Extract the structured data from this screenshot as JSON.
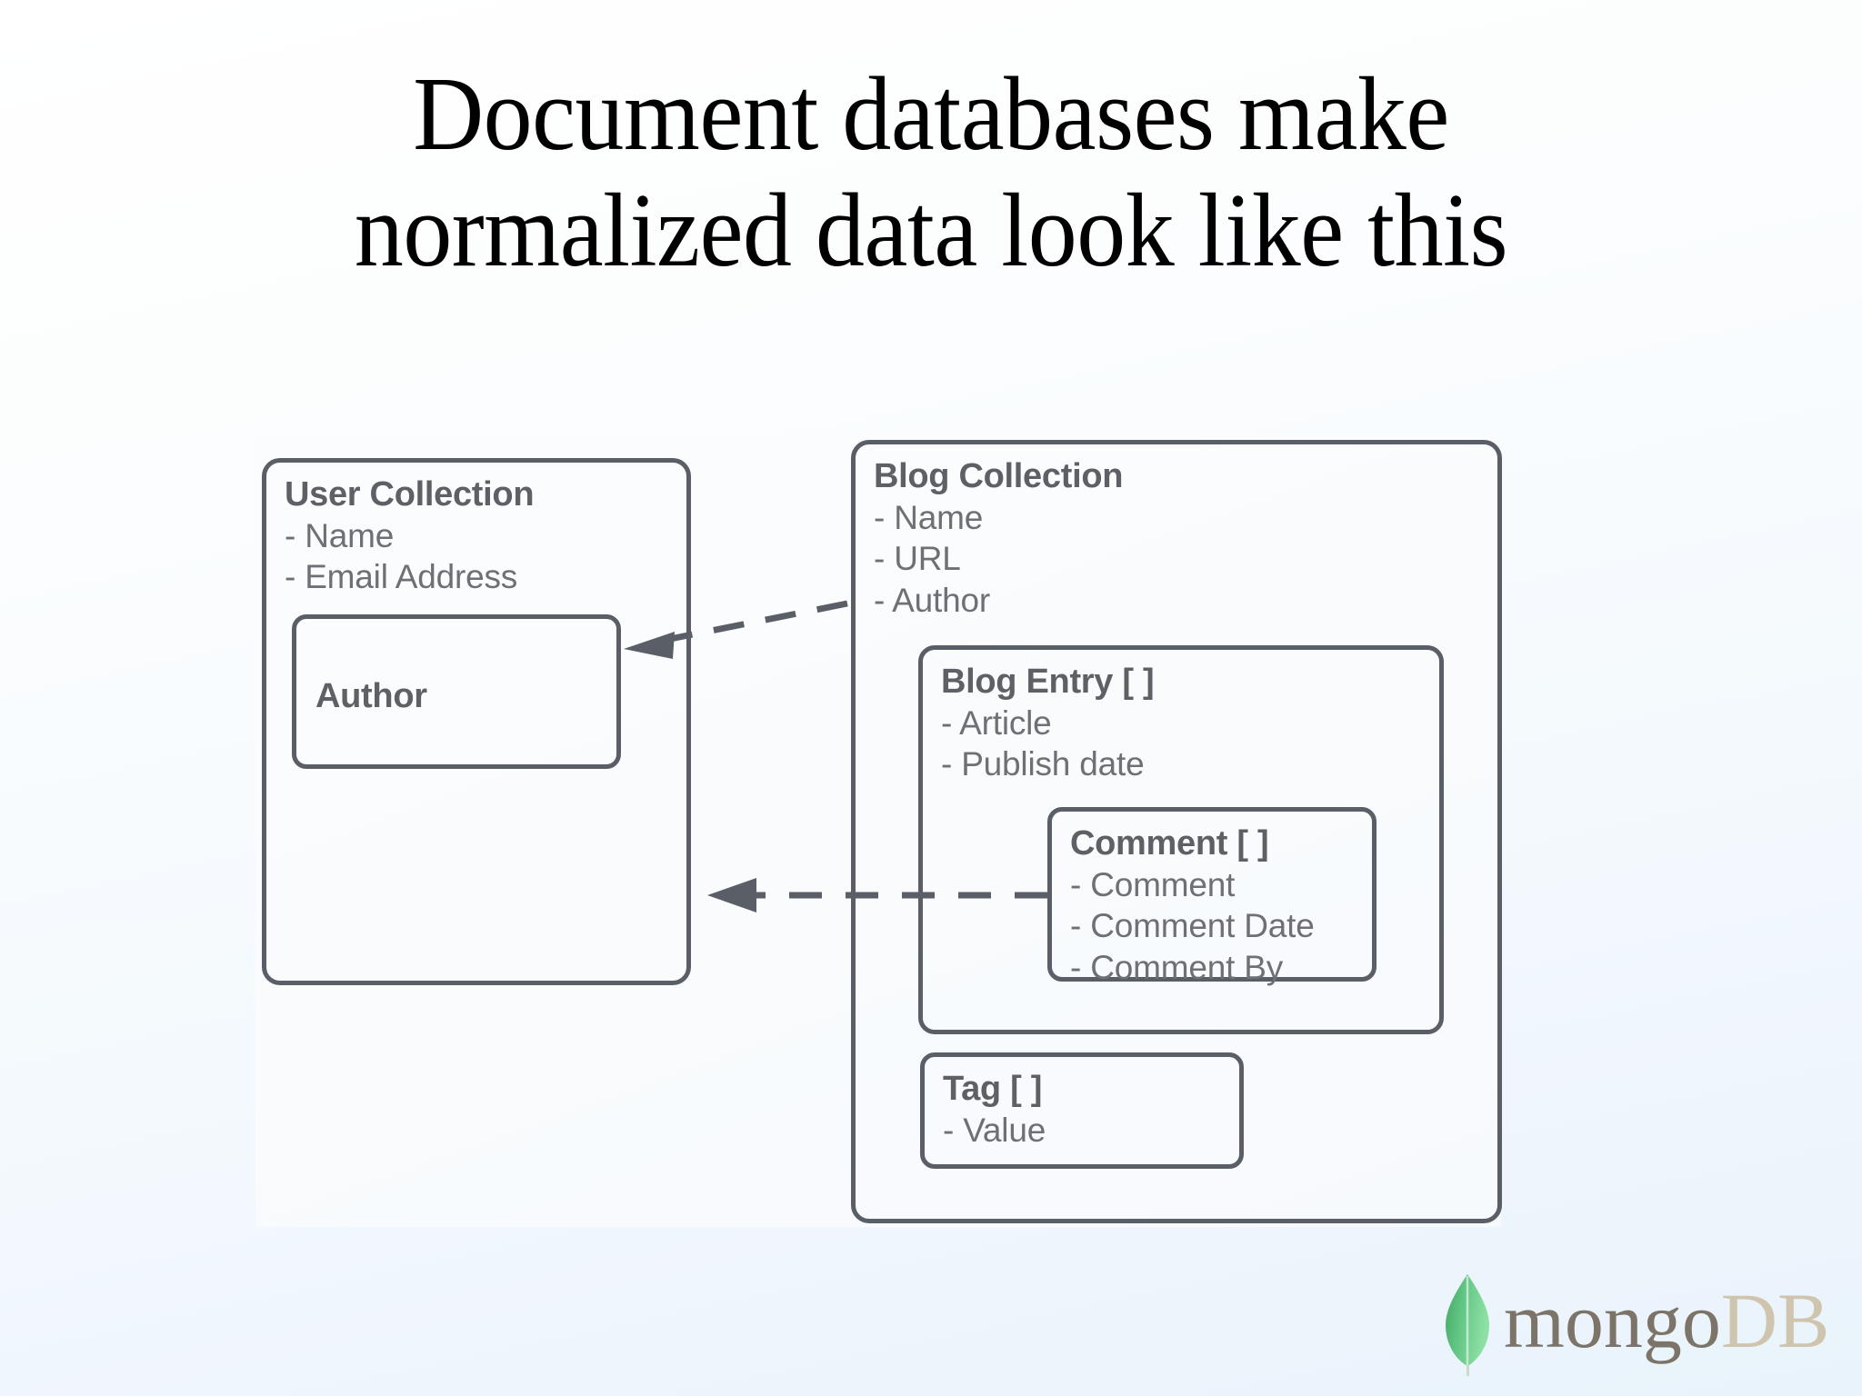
{
  "slide": {
    "title_line_1": "Document databases make",
    "title_line_2": "normalized data look like this"
  },
  "diagram": {
    "type": "entity-relationship",
    "boxes": [
      {
        "id": "user-collection",
        "title": "User Collection",
        "items": [
          "- Name",
          "- Email Address"
        ],
        "children": [
          {
            "id": "author",
            "title": "Author",
            "items": []
          }
        ]
      },
      {
        "id": "blog-collection",
        "title": "Blog Collection",
        "items": [
          "- Name",
          "- URL",
          "- Author"
        ],
        "children": [
          {
            "id": "blog-entry",
            "title": "Blog Entry [ ]",
            "items": [
              "- Article",
              "- Publish date"
            ],
            "children": [
              {
                "id": "comment",
                "title": "Comment [ ]",
                "items": [
                  "- Comment",
                  "- Comment Date",
                  "- Comment By"
                ]
              }
            ]
          },
          {
            "id": "tag",
            "title": "Tag [ ]",
            "items": [
              "- Value"
            ]
          }
        ]
      }
    ],
    "connectors": [
      {
        "id": "author-ref",
        "style": "dashed",
        "from": "blog-collection.author",
        "to": "user-collection.author",
        "direction": "left"
      },
      {
        "id": "comment-by-ref",
        "style": "dashed",
        "from": "comment",
        "to": "user-collection",
        "direction": "left"
      }
    ],
    "colors": {
      "box_border": "#5a5e66",
      "title_text": "#5f6066",
      "item_text": "#6e7075",
      "connector": "#5a5e66",
      "panel_bg": "#f9fbfd"
    }
  },
  "user_collection": {
    "title": "User Collection",
    "item_1": "- Name",
    "item_2": "- Email Address",
    "author_title": "Author"
  },
  "blog_collection": {
    "title": "Blog Collection",
    "item_1": "- Name",
    "item_2": "- URL",
    "item_3": "- Author"
  },
  "blog_entry": {
    "title": "Blog Entry [ ]",
    "item_1": "- Article",
    "item_2": "- Publish date"
  },
  "comment": {
    "title": "Comment [ ]",
    "item_1": "- Comment",
    "item_2": "- Comment Date",
    "item_3": "- Comment By"
  },
  "tag": {
    "title": "Tag [ ]",
    "item_1": "- Value"
  },
  "logo": {
    "word_part_1": "mongo",
    "word_part_2": "DB",
    "leaf_color_light": "#7ed694",
    "leaf_color_dark": "#4aab6b",
    "word_color_1": "#7c7468",
    "word_color_2": "#cfc4ad"
  }
}
